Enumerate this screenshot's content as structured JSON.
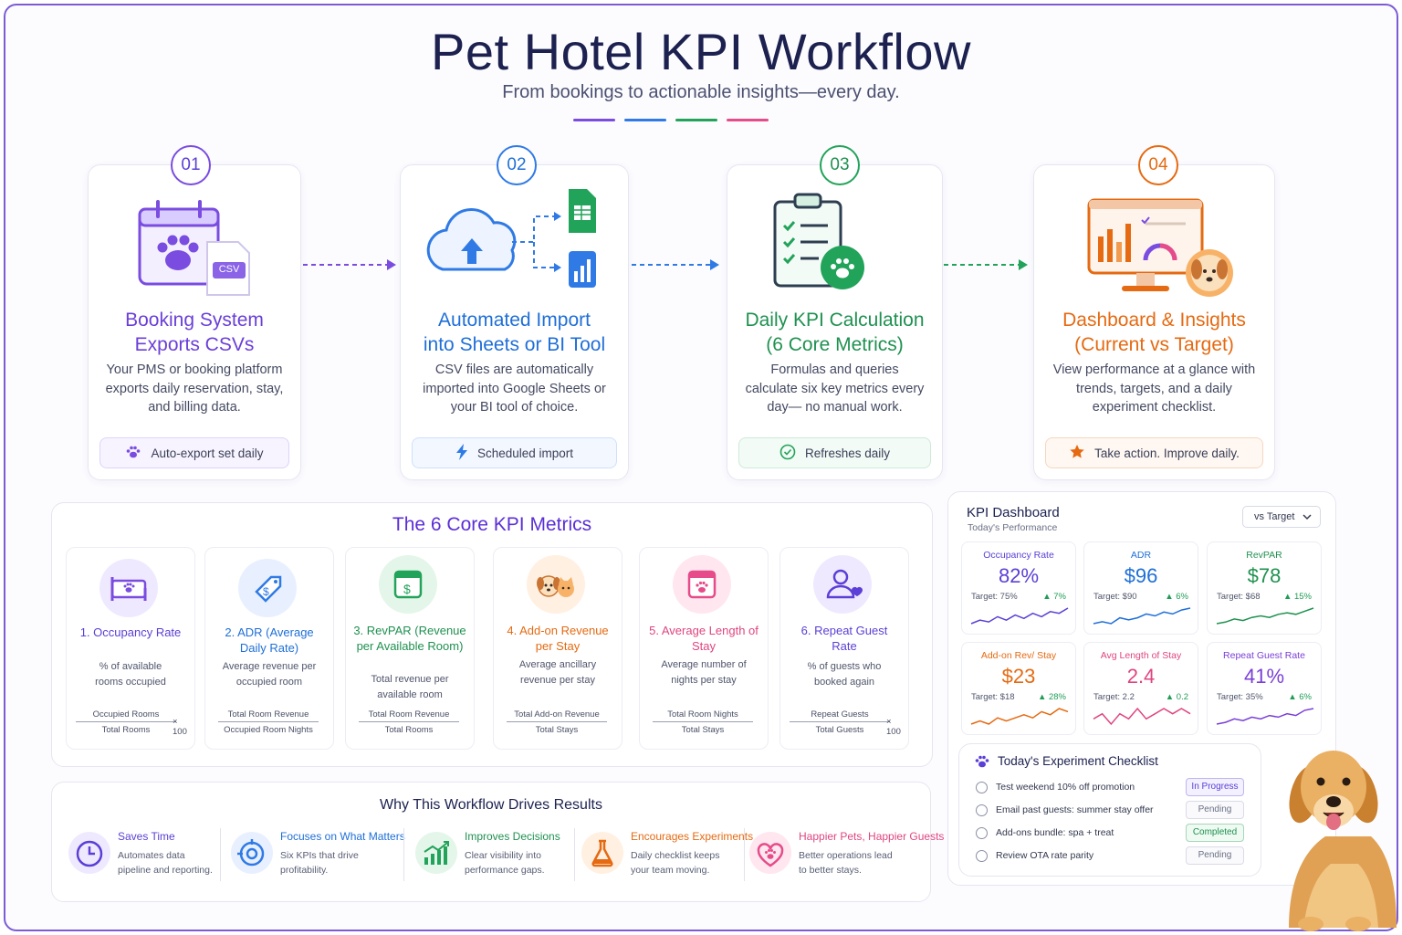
{
  "header": {
    "title": "Pet Hotel KPI Workflow",
    "subtitle": "From bookings to actionable insights—every day.",
    "accent_bars": [
      "#7a4ce0",
      "#2f7ae5",
      "#22a35a",
      "#e64b8a"
    ]
  },
  "steps": [
    {
      "number": "01",
      "title_line1": "Booking System",
      "title_line2": "Exports CSVs",
      "desc": "Your PMS or booking platform exports daily reservation, stay, and billing data.",
      "tag": "Auto-export set daily",
      "tag_icon": "paw-icon",
      "color": "#6a3fd8",
      "icon": "calendar-paw-csv-icon",
      "csv_label": "CSV"
    },
    {
      "number": "02",
      "title_line1": "Automated Import",
      "title_line2": "into Sheets or BI Tool",
      "desc": "CSV files are automatically imported into Google Sheets or your BI tool of choice.",
      "tag": "Scheduled import",
      "tag_icon": "lightning-icon",
      "color": "#1f6fd8",
      "icon": "cloud-upload-sheets-bi-icon"
    },
    {
      "number": "03",
      "title_line1": "Daily KPI Calculation",
      "title_line2": "(6 Core Metrics)",
      "desc": "Formulas and queries calculate six key metrics every day— no manual work.",
      "tag": "Refreshes daily",
      "tag_icon": "check-circle-icon",
      "color": "#1f9150",
      "icon": "clipboard-checklist-paw-icon"
    },
    {
      "number": "04",
      "title_line1": "Dashboard & Insights",
      "title_line2": "(Current vs Target)",
      "desc": "View performance at a glance with trends, targets, and a daily experiment checklist.",
      "tag": "Take action. Improve daily.",
      "tag_icon": "star-icon",
      "color": "#e56a12",
      "icon": "monitor-dashboard-dog-icon"
    }
  ],
  "kpi_section": {
    "title": "The 6 Core KPI Metrics",
    "metrics": [
      {
        "name": "1. Occupancy Rate",
        "desc": "% of available rooms occupied",
        "numerator": "Occupied Rooms",
        "denominator": "Total Rooms",
        "multiplier": "× 100",
        "color": "#5b3fd6",
        "icon": "bed-paw-icon"
      },
      {
        "name": "2. ADR (Average Daily Rate)",
        "desc": "Average revenue per occupied room",
        "numerator": "Total Room Revenue",
        "denominator": "Occupied Room Nights",
        "multiplier": "",
        "color": "#1f6fd8",
        "icon": "price-tag-icon"
      },
      {
        "name": "3. RevPAR (Revenue per Available Room)",
        "desc": "Total revenue per available room",
        "numerator": "Total Room Revenue",
        "denominator": "Total Rooms",
        "multiplier": "",
        "color": "#1f9150",
        "icon": "calendar-dollar-icon"
      },
      {
        "name": "4. Add-on Revenue per Stay",
        "desc": "Average ancillary revenue per stay",
        "numerator": "Total Add-on Revenue",
        "denominator": "Total Stays",
        "multiplier": "",
        "color": "#e56a12",
        "icon": "dog-cat-icon"
      },
      {
        "name": "5. Average Length of Stay",
        "desc": "Average number of nights per stay",
        "numerator": "Total Room Nights",
        "denominator": "Total Stays",
        "multiplier": "",
        "color": "#e0457f",
        "icon": "calendar-paw-icon"
      },
      {
        "name": "6. Repeat Guest Rate",
        "desc": "% of guests who booked again",
        "numerator": "Repeat Guests",
        "denominator": "Total Guests",
        "multiplier": "× 100",
        "color": "#5b3fd6",
        "icon": "user-heart-icon"
      }
    ]
  },
  "why_section": {
    "title": "Why This Workflow Drives Results",
    "items": [
      {
        "title": "Saves Time",
        "desc": "Automates data pipeline and reporting.",
        "color": "#5b3fd6",
        "icon": "clock-icon"
      },
      {
        "title": "Focuses on What Matters",
        "desc": "Six KPIs that drive profitability.",
        "color": "#1f6fd8",
        "icon": "target-icon"
      },
      {
        "title": "Improves Decisions",
        "desc": "Clear visibility into performance gaps.",
        "color": "#1f9150",
        "icon": "chart-up-icon"
      },
      {
        "title": "Encourages Experiments",
        "desc": "Daily checklist keeps your team moving.",
        "color": "#e56a12",
        "icon": "flask-icon"
      },
      {
        "title": "Happier Pets, Happier Guests",
        "desc": "Better operations lead to better stays.",
        "color": "#e0457f",
        "icon": "heart-paw-icon"
      }
    ]
  },
  "dashboard": {
    "title": "KPI Dashboard",
    "subtitle": "Today's Performance",
    "dropdown": "vs Target",
    "cards": [
      {
        "label": "Occupancy Rate",
        "value": "82%",
        "target": "Target: 75%",
        "delta": "▲ 7%",
        "color": "#5b3fd6"
      },
      {
        "label": "ADR",
        "value": "$96",
        "target": "Target: $90",
        "delta": "▲ 6%",
        "color": "#1f6fd8"
      },
      {
        "label": "RevPAR",
        "value": "$78",
        "target": "Target: $68",
        "delta": "▲ 15%",
        "color": "#1f9150"
      },
      {
        "label": "Add-on Rev/ Stay",
        "value": "$23",
        "target": "Target: $18",
        "delta": "▲ 28%",
        "color": "#e56a12"
      },
      {
        "label": "Avg Length of Stay",
        "value": "2.4",
        "target": "Target: 2.2",
        "delta": "▲ 0.2",
        "color": "#e0457f"
      },
      {
        "label": "Repeat Guest Rate",
        "value": "41%",
        "target": "Target: 35%",
        "delta": "▲ 6%",
        "color": "#7a3fd8"
      }
    ]
  },
  "checklist": {
    "title": "Today's Experiment Checklist",
    "items": [
      {
        "text": "Test weekend 10% off promotion",
        "status": "In Progress",
        "status_color": "#5b3fd6"
      },
      {
        "text": "Email past guests: summer stay offer",
        "status": "Pending",
        "status_color": "#6a6f85"
      },
      {
        "text": "Add-ons bundle: spa + treat",
        "status": "Completed",
        "status_color": "#1f9150"
      },
      {
        "text": "Review OTA rate parity",
        "status": "Pending",
        "status_color": "#6a6f85"
      }
    ]
  }
}
